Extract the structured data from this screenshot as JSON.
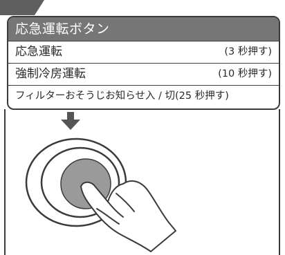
{
  "panel": {
    "title": "応急運転ボタン",
    "rows": [
      {
        "label": "応急運転",
        "note": "(3 秒押す)"
      },
      {
        "label": "強制冷房運転",
        "note": "(10 秒押す)"
      },
      {
        "label": "フィルターおそうじお知らせ入 / 切(25 秒押す)"
      }
    ]
  },
  "colors": {
    "header_bg": "#767676",
    "button_fill": "#9a9a9a",
    "outline": "#3a3a3a"
  }
}
